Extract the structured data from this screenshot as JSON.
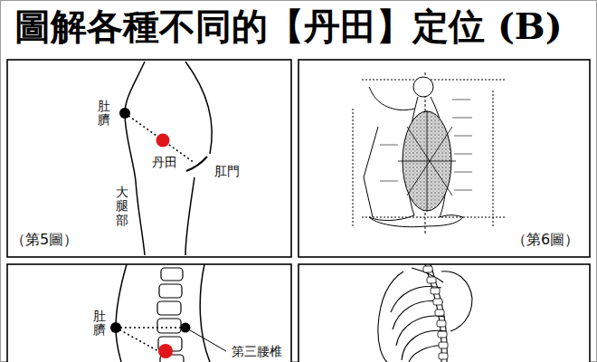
{
  "diagram": {
    "title": "圖解各種不同的【丹田】定位 (B)",
    "labels": [
      "肚臍",
      "丹田",
      "肛門",
      "大腿部",
      "（第5圖）",
      "（第6圖）",
      "肚臍",
      "第三腰椎"
    ]
  }
}
